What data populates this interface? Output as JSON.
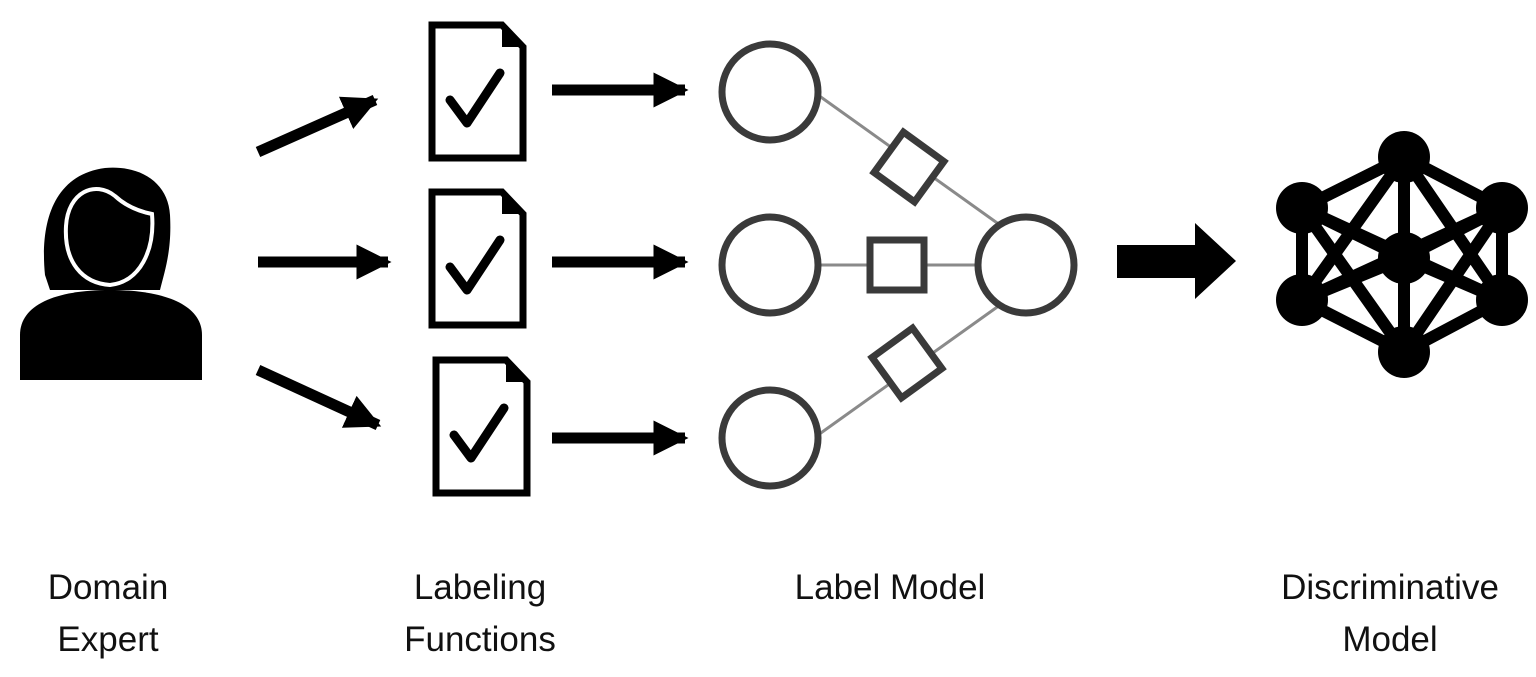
{
  "stages": {
    "domain_expert": {
      "line1": "Domain",
      "line2": "Expert",
      "icon": "person-icon"
    },
    "labeling_functions": {
      "line1": "Labeling",
      "line2": "Functions",
      "icon": "document-check-icon"
    },
    "label_model": {
      "line1": "Label Model",
      "icon": "factor-graph-icon"
    },
    "discriminative_model": {
      "line1": "Discriminative",
      "line2": "Model",
      "icon": "neural-network-icon"
    }
  },
  "colors": {
    "ink": "#000000",
    "graph_stroke": "#3a3a3a",
    "edge": "#8a8a8a"
  }
}
